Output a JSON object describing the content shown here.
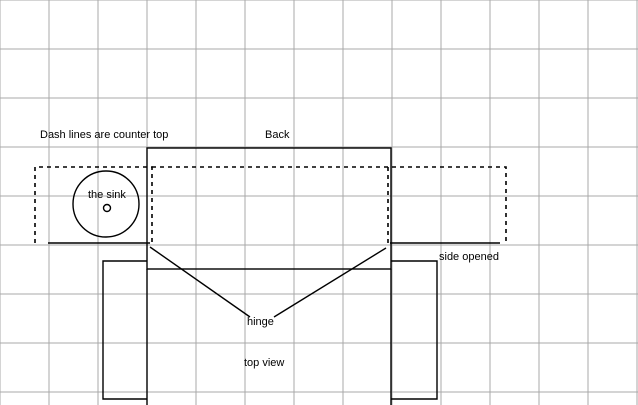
{
  "labels": {
    "dash_note": "Dash lines are counter top",
    "back": "Back",
    "sink": "the sink",
    "side_opened": "side opened",
    "hinge": "hinge",
    "top_view": "top view"
  },
  "colors": {
    "grid": "#a8a8a8",
    "ink": "#000000",
    "background": "#ffffff"
  }
}
